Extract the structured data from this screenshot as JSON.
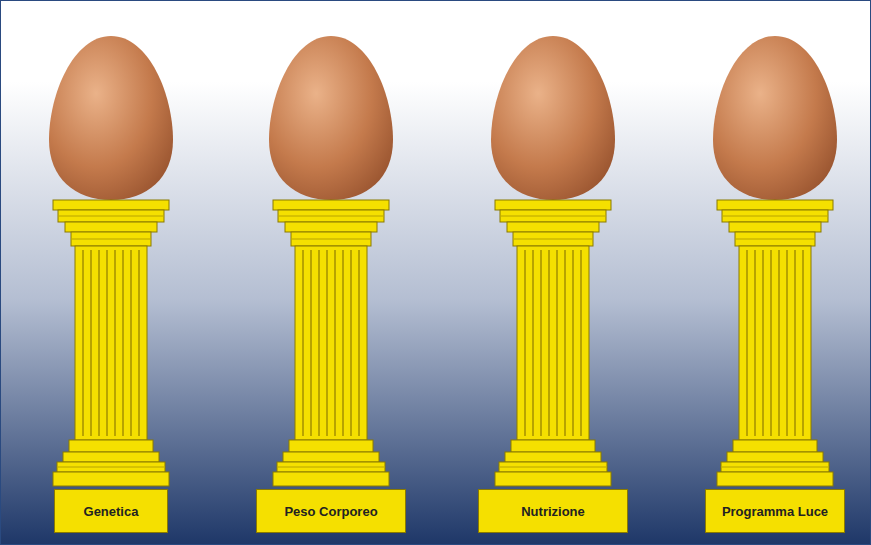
{
  "diagram": {
    "nodes": [
      {
        "text": [
          "Genetica"
        ]
      },
      {
        "text": [
          "Peso Corporeo"
        ]
      },
      {
        "text": [
          "Nutrizione"
        ]
      },
      {
        "text": [
          "Programma Luce"
        ]
      }
    ]
  }
}
